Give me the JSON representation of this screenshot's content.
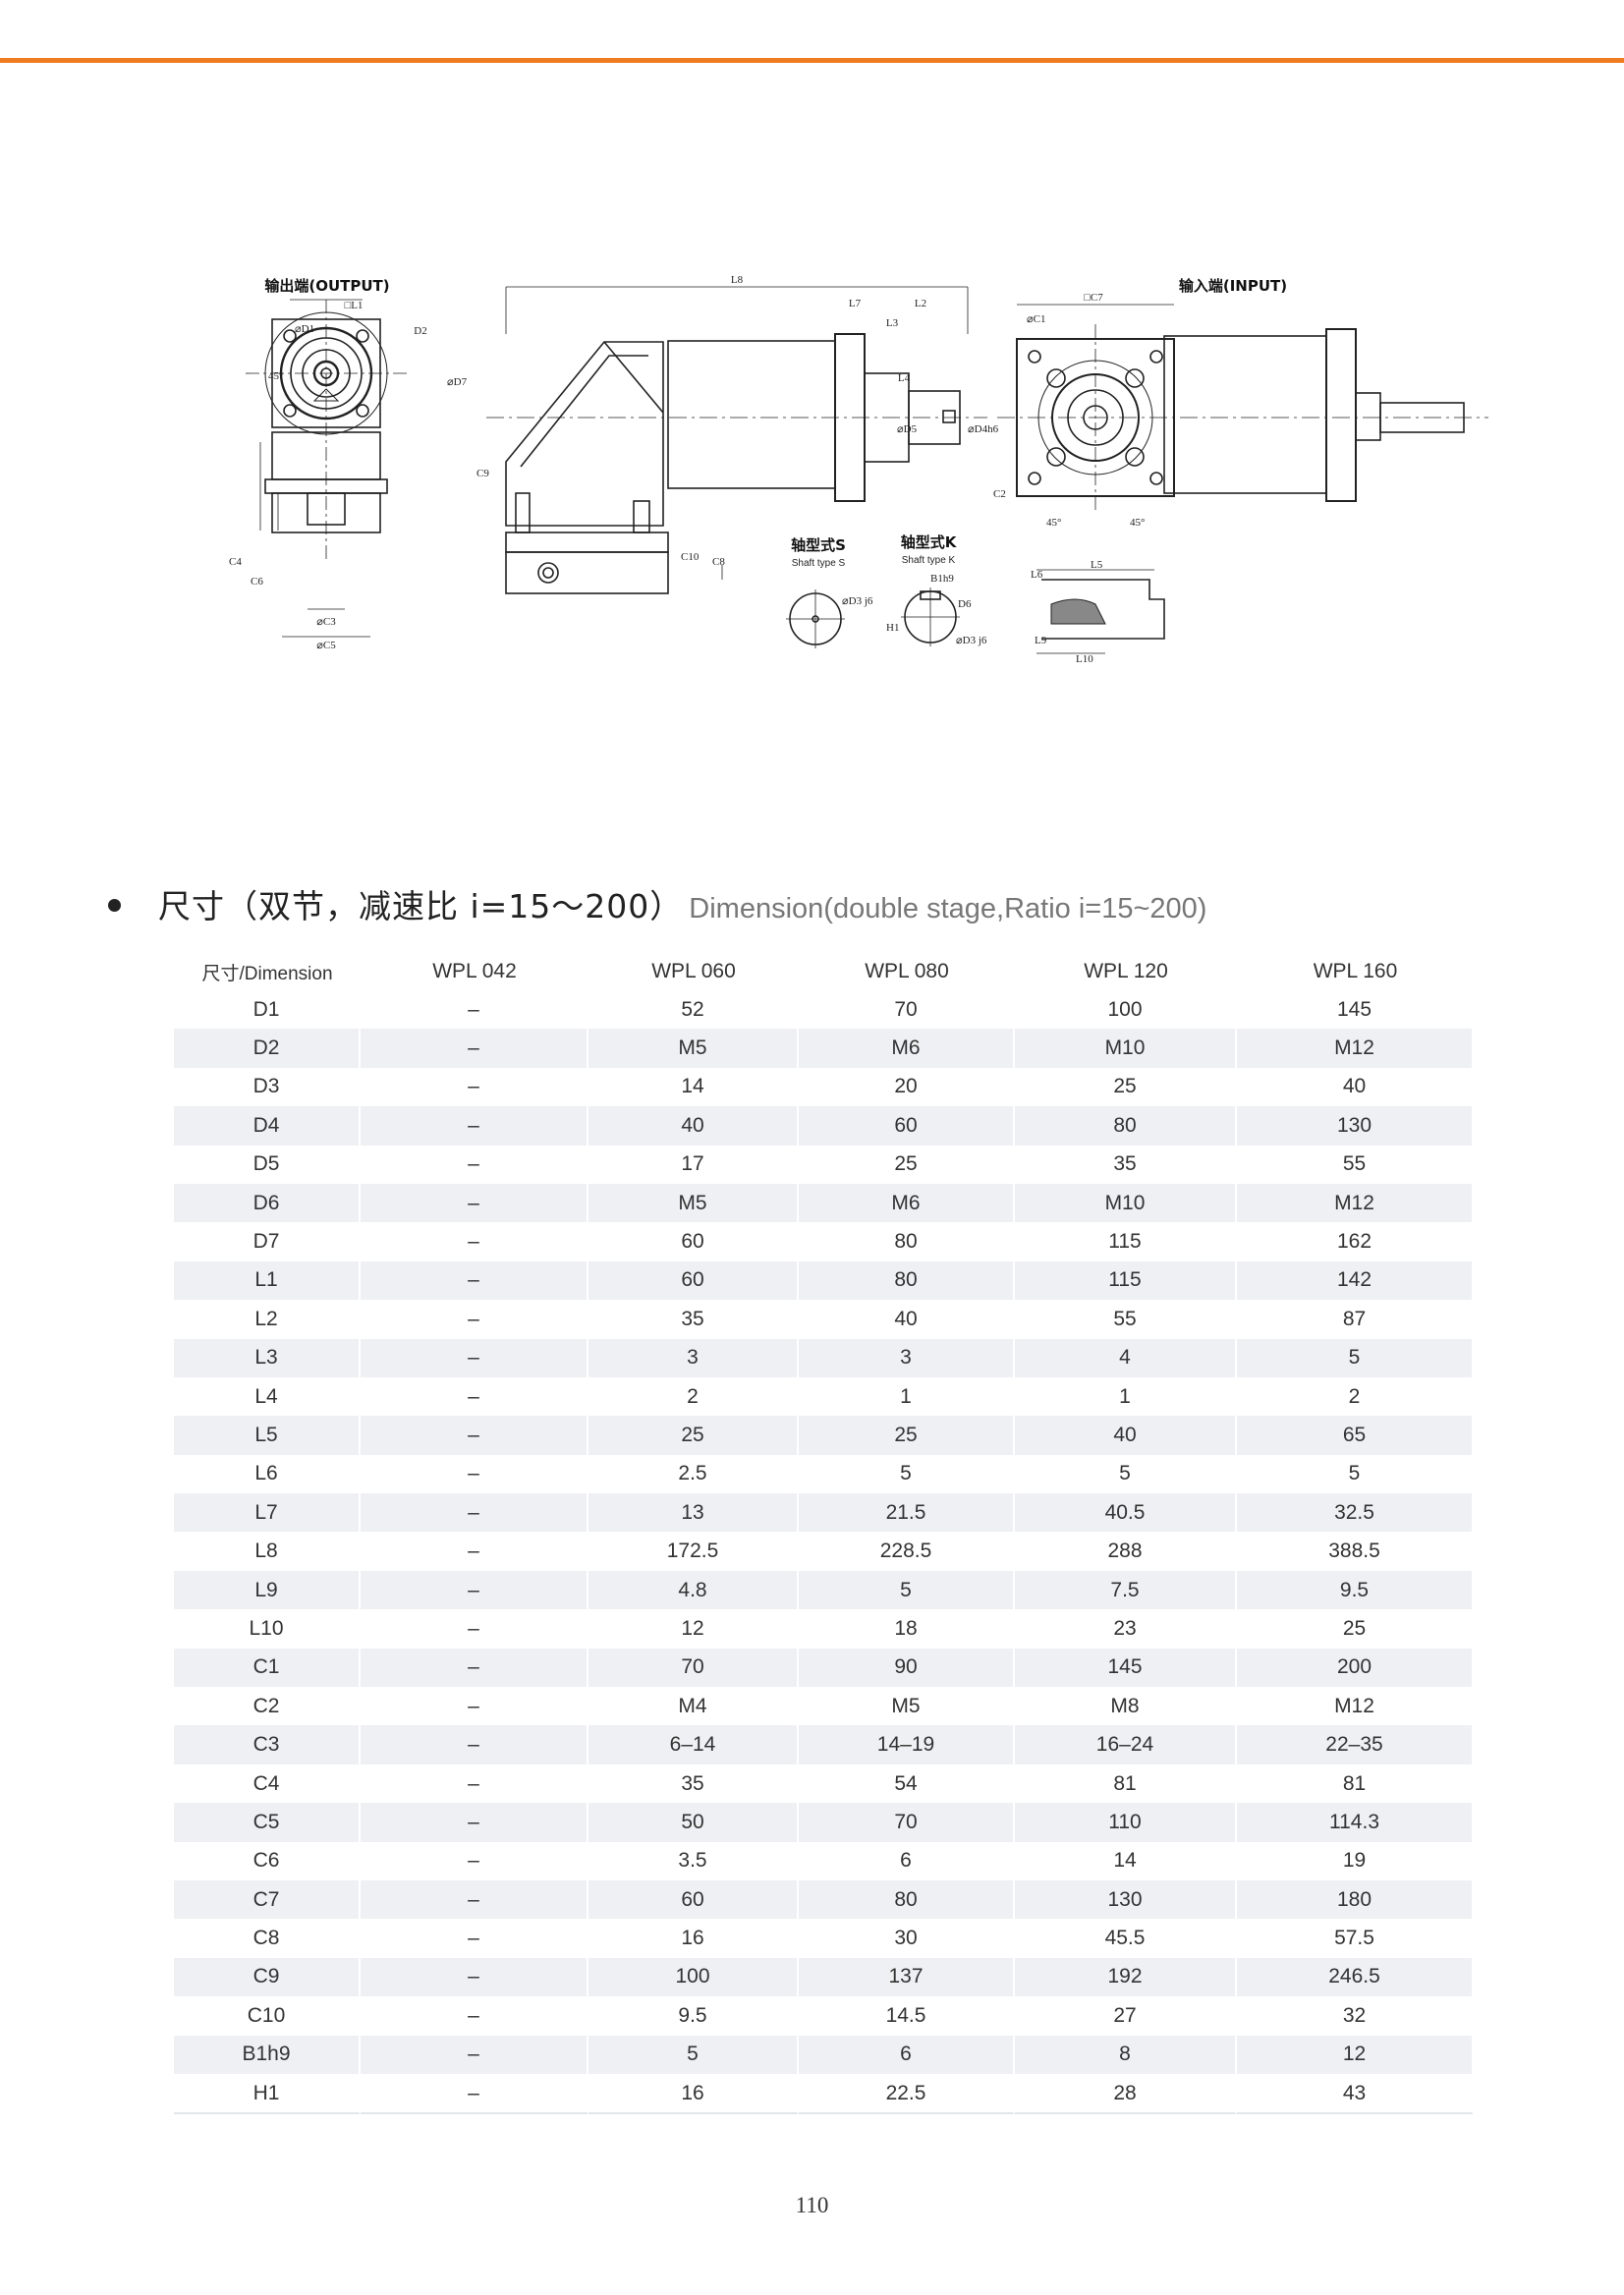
{
  "drawing": {
    "output_label": "输出端(OUTPUT)",
    "input_label": "输入端(INPUT)",
    "shaft_s_title": "轴型式S",
    "shaft_s_subtitle": "Shaft type S",
    "shaft_k_title": "轴型式K",
    "shaft_k_subtitle": "Shaft type K",
    "dims": {
      "l8": "L8",
      "l7": "L7",
      "l2": "L2",
      "l3": "L3",
      "l4": "L4",
      "cl1": "□L1",
      "d2": "D2",
      "d7": "⌀D7",
      "d1": "⌀D1",
      "c9": "C9",
      "c10": "C10",
      "c8": "C8",
      "cc7": "□C7",
      "c1": "⌀C1",
      "c2": "C2",
      "c3": "⌀C3",
      "c5": "⌀C5",
      "c4": "C4",
      "c6": "C6",
      "d5": "⌀D5",
      "d4": "⌀D4h6",
      "d3": "⌀D3 j6",
      "b1": "B1h9",
      "h1": "H1",
      "d6": "D6",
      "l5": "L5",
      "l6": "L6",
      "l9": "L9",
      "l10": "L10",
      "deg45": "45°"
    }
  },
  "section": {
    "title_cn": "尺寸（双节，减速比 i=15～200）",
    "title_en": "Dimension(double stage,Ratio i=15~200)"
  },
  "table": {
    "headers": [
      "尺寸/Dimension",
      "WPL 042",
      "WPL 060",
      "WPL 080",
      "WPL 120",
      "WPL 160"
    ],
    "rows": [
      [
        "D1",
        "–",
        "52",
        "70",
        "100",
        "145"
      ],
      [
        "D2",
        "–",
        "M5",
        "M6",
        "M10",
        "M12"
      ],
      [
        "D3",
        "–",
        "14",
        "20",
        "25",
        "40"
      ],
      [
        "D4",
        "–",
        "40",
        "60",
        "80",
        "130"
      ],
      [
        "D5",
        "–",
        "17",
        "25",
        "35",
        "55"
      ],
      [
        "D6",
        "–",
        "M5",
        "M6",
        "M10",
        "M12"
      ],
      [
        "D7",
        "–",
        "60",
        "80",
        "115",
        "162"
      ],
      [
        "L1",
        "–",
        "60",
        "80",
        "115",
        "142"
      ],
      [
        "L2",
        "–",
        "35",
        "40",
        "55",
        "87"
      ],
      [
        "L3",
        "–",
        "3",
        "3",
        "4",
        "5"
      ],
      [
        "L4",
        "–",
        "2",
        "1",
        "1",
        "2"
      ],
      [
        "L5",
        "–",
        "25",
        "25",
        "40",
        "65"
      ],
      [
        "L6",
        "–",
        "2.5",
        "5",
        "5",
        "5"
      ],
      [
        "L7",
        "–",
        "13",
        "21.5",
        "40.5",
        "32.5"
      ],
      [
        "L8",
        "–",
        "172.5",
        "228.5",
        "288",
        "388.5"
      ],
      [
        "L9",
        "–",
        "4.8",
        "5",
        "7.5",
        "9.5"
      ],
      [
        "L10",
        "–",
        "12",
        "18",
        "23",
        "25"
      ],
      [
        "C1",
        "–",
        "70",
        "90",
        "145",
        "200"
      ],
      [
        "C2",
        "–",
        "M4",
        "M5",
        "M8",
        "M12"
      ],
      [
        "C3",
        "–",
        "6–14",
        "14–19",
        "16–24",
        "22–35"
      ],
      [
        "C4",
        "–",
        "35",
        "54",
        "81",
        "81"
      ],
      [
        "C5",
        "–",
        "50",
        "70",
        "110",
        "114.3"
      ],
      [
        "C6",
        "–",
        "3.5",
        "6",
        "14",
        "19"
      ],
      [
        "C7",
        "–",
        "60",
        "80",
        "130",
        "180"
      ],
      [
        "C8",
        "–",
        "16",
        "30",
        "45.5",
        "57.5"
      ],
      [
        "C9",
        "–",
        "100",
        "137",
        "192",
        "246.5"
      ],
      [
        "C10",
        "–",
        "9.5",
        "14.5",
        "27",
        "32"
      ],
      [
        "B1h9",
        "–",
        "5",
        "6",
        "8",
        "12"
      ],
      [
        "H1",
        "–",
        "16",
        "22.5",
        "28",
        "43"
      ]
    ]
  },
  "footer": {
    "page_number": "110"
  }
}
